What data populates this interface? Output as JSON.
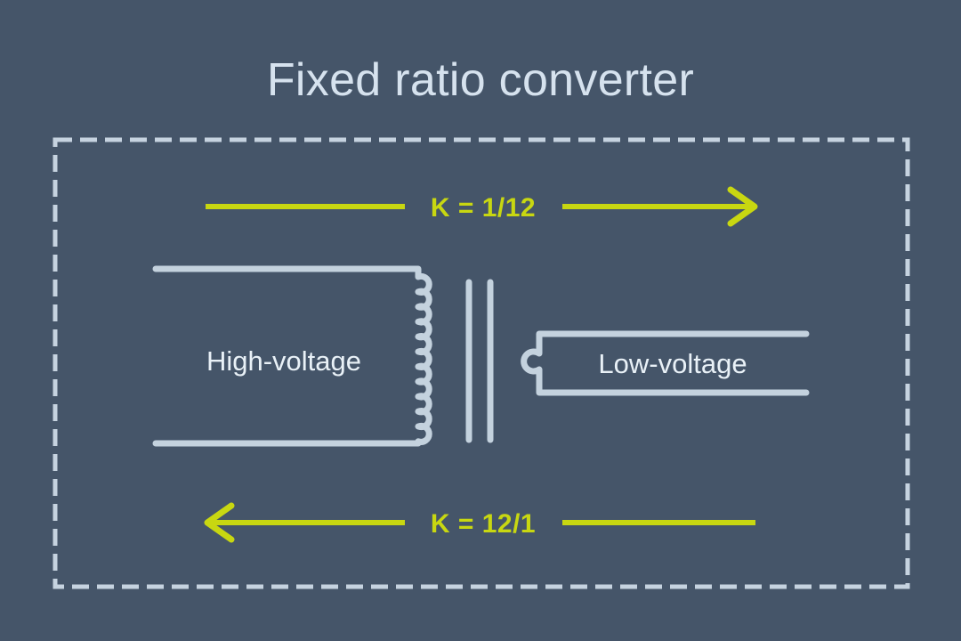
{
  "figure": {
    "title": "Fixed ratio converter",
    "background_color": "#455569",
    "accent_color": "#c8d711",
    "line_color": "#c4d2de",
    "text_color": "#e9f1f7"
  },
  "windings": {
    "primary_label": "High-voltage",
    "secondary_label": "Low-voltage"
  },
  "ratios": {
    "forward": "K = 1/12",
    "reverse": "K = 12/1"
  },
  "diagram_data": {
    "type": "schematic",
    "component": "transformer",
    "turns_primary": 12,
    "turns_secondary": 1,
    "core_bars": 2,
    "arrows": [
      {
        "name": "forward-ratio-arrow",
        "label": "K = 1/12",
        "direction": "right"
      },
      {
        "name": "reverse-ratio-arrow",
        "label": "K = 12/1",
        "direction": "left"
      }
    ]
  }
}
